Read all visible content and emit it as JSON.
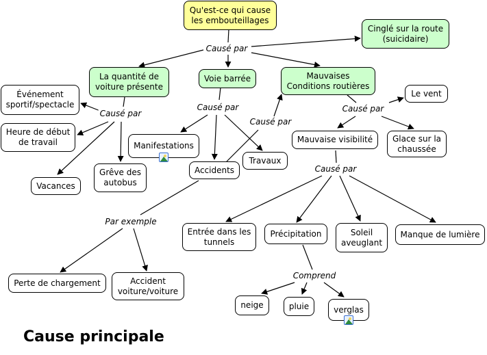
{
  "title": "Cause principale",
  "colors": {
    "root": "#ffff99",
    "primary": "#ccffcc",
    "secondary": "#ffffff",
    "line": "#000000"
  },
  "nodes": {
    "root": "Qu'est-ce qui cause\nles embouteillages",
    "cingle": "Cinglé sur la route\n(suicidaire)",
    "quantite": "La quantité de\nvoiture présente",
    "voie": "Voie barrée",
    "mauvaises": "Mauvaises\nConditions routières",
    "evenement": "Événement\nsportif/spectacle",
    "heure": "Heure de début\nde travail",
    "vacances": "Vacances",
    "greve": "Grêve des\nautobus",
    "manifestations": "Manifestations",
    "accidents": "Accidents",
    "travaux": "Travaux",
    "levent": "Le vent",
    "visibilite": "Mauvaise visibilité",
    "glace": "Glace sur la\nchaussée",
    "tunnels": "Entrée dans les\ntunnels",
    "precipitation": "Précipitation",
    "soleil": "Soleil\naveuglant",
    "manque": "Manque de lumière",
    "perte": "Perte de chargement",
    "accident_vv": "Accident\nvoiture/voiture",
    "neige": "neige",
    "pluie": "pluie",
    "verglas": "verglas"
  },
  "links": {
    "l_root": "Causé par",
    "l_quantite": "Causé par",
    "l_voie": "Causé par",
    "l_accidents": "Causé par",
    "l_mauvaises": "Causé par",
    "l_visibilite": "Causé par",
    "l_exemple": "Par exemple",
    "l_comprend": "Comprend"
  },
  "icons": {
    "resource": "image-resource-icon"
  }
}
